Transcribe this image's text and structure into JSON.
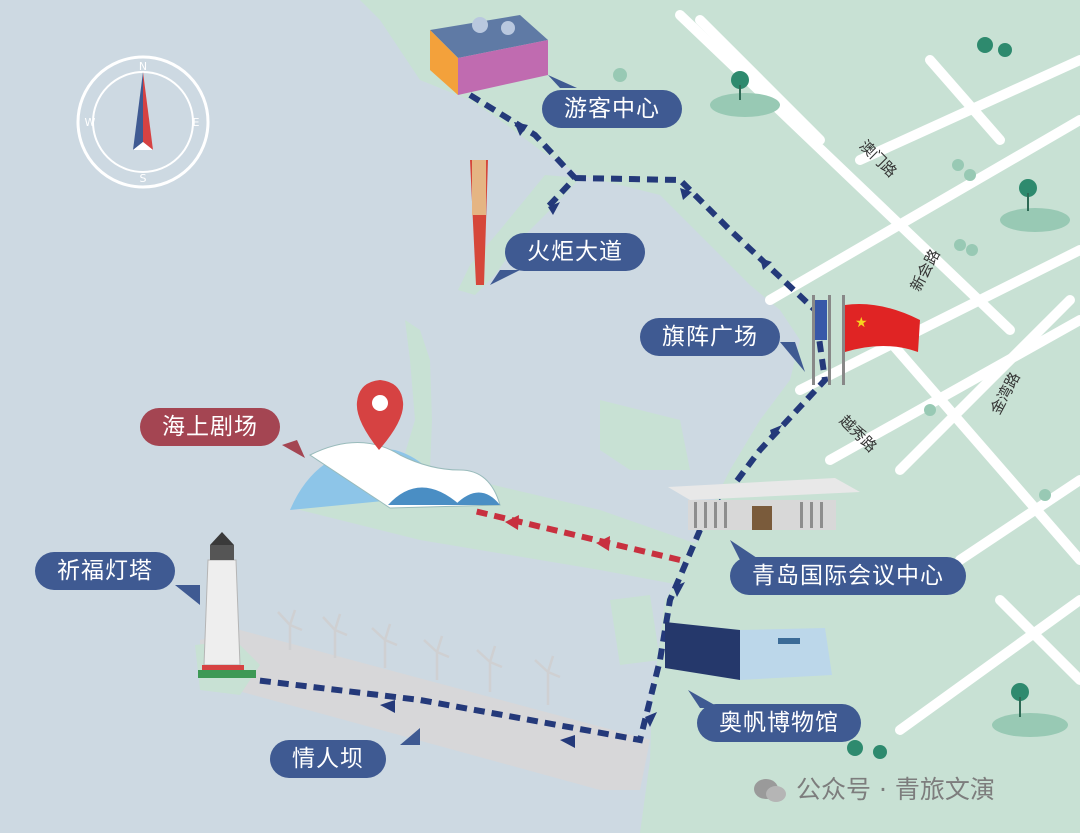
{
  "places": {
    "visitor_center": "游客中心",
    "torch_avenue": "火炬大道",
    "flag_square": "旗阵广场",
    "sea_theatre": "海上剧场",
    "lighthouse": "祈福灯塔",
    "conference_center": "青岛国际会议中心",
    "sailing_museum": "奥帆博物馆",
    "lovers_dam": "情人坝"
  },
  "roads": {
    "aomen_road": "澳门路",
    "xinhui_road": "新会路",
    "jinwan_road": "金湾路",
    "yuexiu_road": "越秀路"
  },
  "watermark": {
    "dot": "公众号 · 青旅文演"
  },
  "compass": {
    "n": "N",
    "e": "E",
    "s": "S",
    "w": "W"
  },
  "colors": {
    "water": "#cdd9e2",
    "land": "#c8e1d4",
    "road": "#ffffff",
    "route_blue": "#24397a",
    "route_red": "#c8303f",
    "label_blue": "#3f5a92",
    "label_red": "#a44552"
  }
}
